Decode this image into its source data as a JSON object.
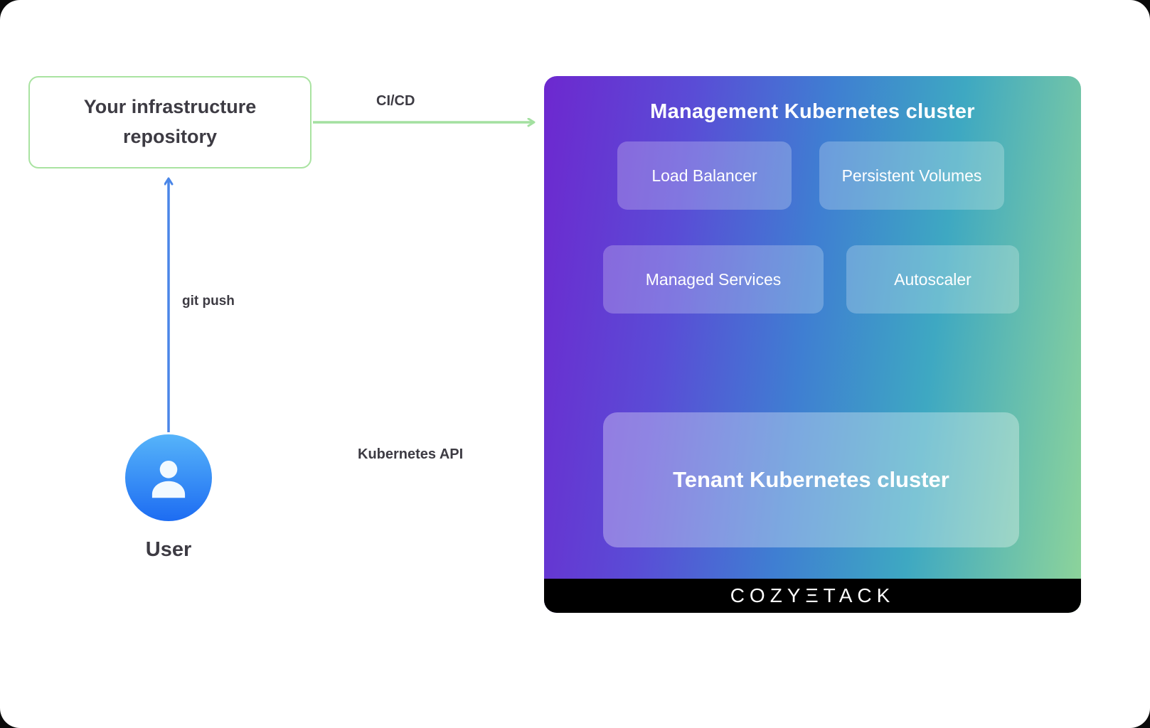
{
  "repo": {
    "label": "Your infrastructure repository"
  },
  "edges": {
    "cicd_label": "CI/CD",
    "git_push_label": "git push",
    "k8s_api_label": "Kubernetes API"
  },
  "user": {
    "label": "User"
  },
  "panel": {
    "title": "Management Kubernetes cluster",
    "boxes": [
      {
        "label": "Load Balancer"
      },
      {
        "label": "Persistent Volumes"
      },
      {
        "label": "Managed Services"
      },
      {
        "label": "Autoscaler"
      }
    ],
    "tenant": {
      "label": "Tenant Kubernetes cluster"
    },
    "footer": {
      "logo": "COZYΞTACK"
    }
  },
  "colors": {
    "arrow_green": "#a3e0a0",
    "arrow_blue": "#4a86e8",
    "panel_gradient_start": "#6d28cf",
    "panel_gradient_mid": "#3f7ed2",
    "panel_gradient_end": "#8ed49a",
    "avatar_blue_top": "#56b4fa",
    "avatar_blue_bottom": "#1d6cf2",
    "footer_bg": "#000000",
    "text_dark": "#3d3b43",
    "repo_border_green": "#a9e3a1"
  }
}
